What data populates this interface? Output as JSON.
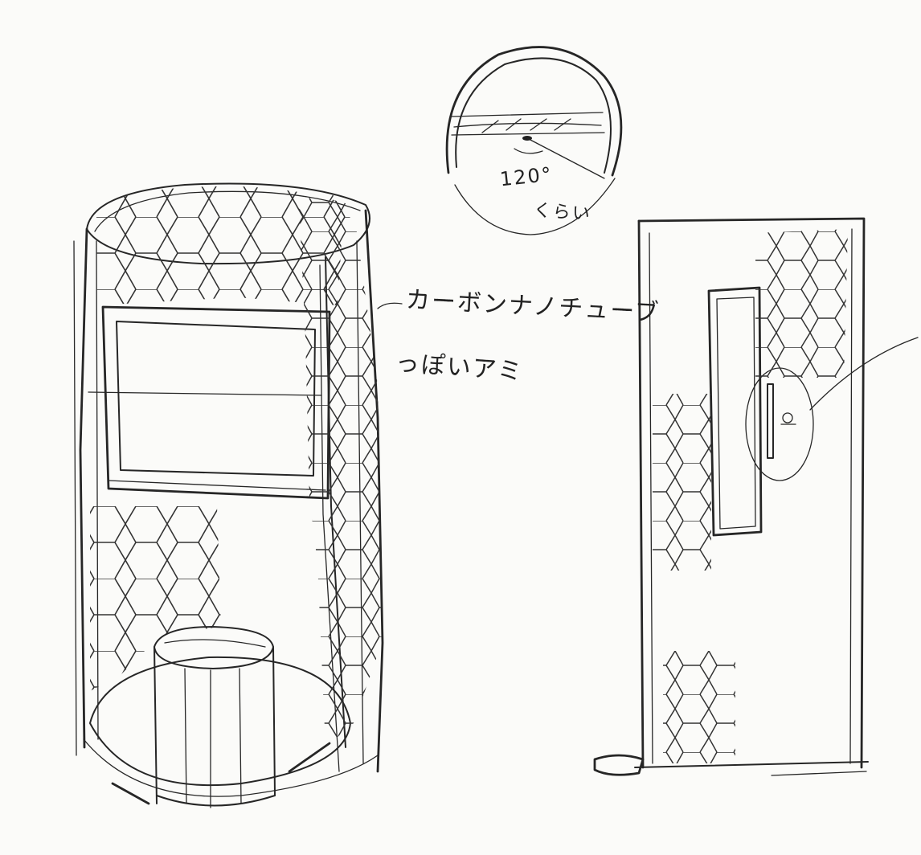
{
  "annotations": {
    "material_note_line1": "カーボンナノチューブ",
    "material_note_line2": "っぽいアミ",
    "angle_value": "120°",
    "angle_approx": "くらい"
  },
  "icons": {
    "cylinder": "cylinder-booth-sketch",
    "top_view": "semicircle-top-view-sketch",
    "side_panel": "tall-panel-door-sketch"
  },
  "colors": {
    "paper": "#fbfbf9",
    "ink": "#262626"
  }
}
